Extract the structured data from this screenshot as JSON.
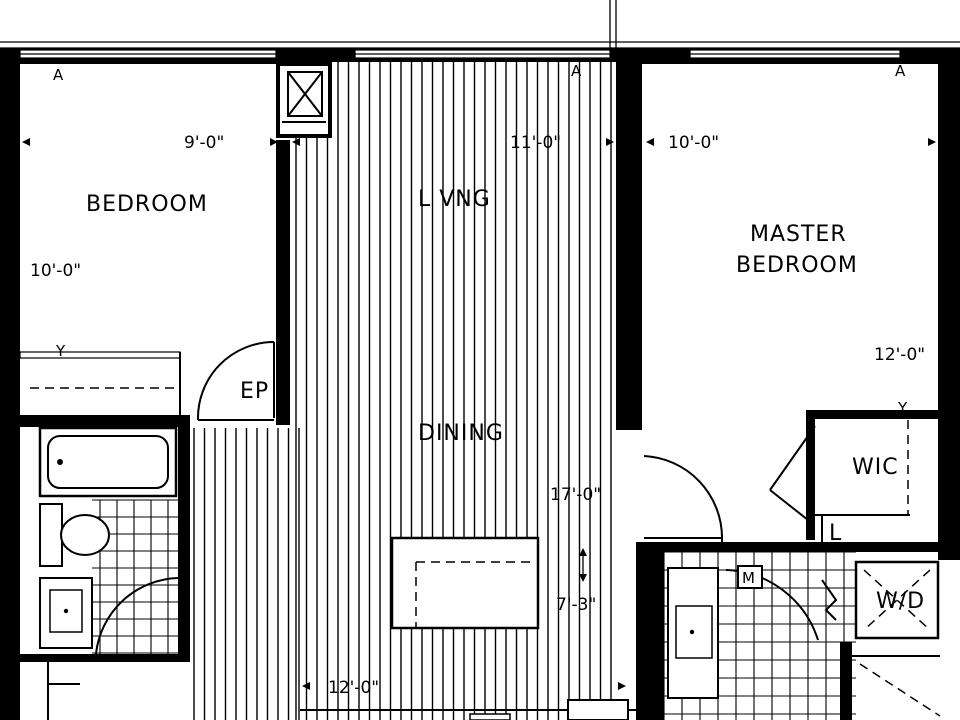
{
  "rooms": {
    "bedroom": "BEDROOM",
    "living": "L VNG",
    "master_line1": "MASTER",
    "master_line2": "BEDROOM",
    "dining": "DINING",
    "ep": "EP",
    "wic": "WIC",
    "wd": "W/D",
    "linen": "L"
  },
  "dimensions": {
    "bedroom_width": "9'-0\"",
    "bedroom_depth": "10'-0\"",
    "living_width": "11'-0\"",
    "master_width": "10'-0\"",
    "master_depth": "12'-0\"",
    "living_depth": "17'-0\"",
    "island_depth": "7'-3\"",
    "kitchen_width": "12'-0\""
  },
  "symbols": {
    "section_marker": "A",
    "bath_marker": "Y",
    "panel_marker": "M"
  }
}
